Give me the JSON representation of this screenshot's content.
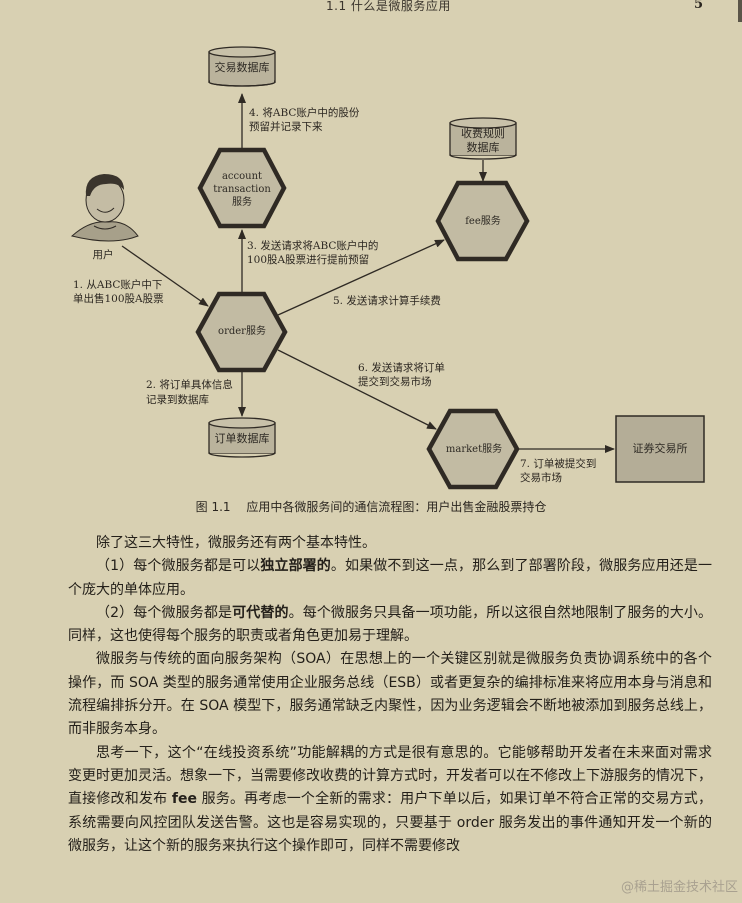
{
  "header": {
    "section_title": "1.1   什么是微服务应用",
    "page_number": "5"
  },
  "diagram": {
    "colors": {
      "background": "#d8d0b2",
      "node_fill": "#c2bba3",
      "node_stroke": "#2f2a24",
      "db_fill": "#bab39c",
      "box_fill": "#b4ad97",
      "line": "#2f2a24"
    },
    "nodes": {
      "user": {
        "label": "用户"
      },
      "account_service": {
        "line1": "account",
        "line2": "transaction",
        "line3": "服务"
      },
      "order_service": {
        "label": "order服务"
      },
      "fee_service": {
        "label": "fee服务"
      },
      "market_service": {
        "label": "market服务"
      },
      "trade_db": {
        "label": "交易数据库"
      },
      "fee_rules_db": {
        "line1": "收费规则",
        "line2": "数据库"
      },
      "order_db": {
        "label": "订单数据库"
      },
      "stock_exchange": {
        "label": "证券交易所"
      }
    },
    "steps": {
      "step1": {
        "line1": "1. 从ABC账户中下",
        "line2": "单出售100股A股票"
      },
      "step2": {
        "line1": "2. 将订单具体信息",
        "line2": "记录到数据库"
      },
      "step3": {
        "line1": "3. 发送请求将ABC账户中的",
        "line2": "100股A股票进行提前预留"
      },
      "step4": {
        "line1": "4. 将ABC账户中的股份",
        "line2": "预留并记录下来"
      },
      "step5": {
        "line1": "5. 发送请求计算手续费"
      },
      "step6": {
        "line1": "6. 发送请求将订单",
        "line2": "提交到交易市场"
      },
      "step7": {
        "line1": "7. 订单被提交到",
        "line2": "交易市场"
      }
    },
    "caption": {
      "number": "图 1.1",
      "text": "应用中各微服务间的通信流程图：用户出售金融股票持仓"
    }
  },
  "body": {
    "p1": "除了这三大特性，微服务还有两个基本特性。",
    "p2": {
      "pre": "（1）每个微服务都是可以",
      "bold": "独立部署的",
      "post": "。如果做不到这一点，那么到了部署阶段，微服务应用还是一个庞大的单体应用。"
    },
    "p3": {
      "pre": "（2）每个微服务都是",
      "bold": "可代替的",
      "post": "。每个微服务只具备一项功能，所以这很自然地限制了服务的大小。同样，这也使得每个服务的职责或者角色更加易于理解。"
    },
    "p4": "微服务与传统的面向服务架构（SOA）在思想上的一个关键区别就是微服务负责协调系统中的各个操作，而 SOA 类型的服务通常使用企业服务总线（ESB）或者更复杂的编排标准来将应用本身与消息和流程编排拆分开。在 SOA 模型下，服务通常缺乏内聚性，因为业务逻辑会不断地被添加到服务总线上，而非服务本身。",
    "p5": {
      "pre": "思考一下，这个“在线投资系统”功能解耦的方式是很有意思的。它能够帮助开发者在未来面对需求变更时更加灵活。想象一下，当需要修改收费的计算方式时，开发者可以在不修改上下游服务的情况下，直接修改和发布 ",
      "bold": "fee",
      "post": " 服务。再考虑一个全新的需求：用户下单以后，如果订单不符合正常的交易方式，系统需要向风控团队发送告警。这也是容易实现的，只要基于 order 服务发出的事件通知开发一个新的微服务，让这个新的服务来执行这个操作即可，同样不需要修改"
    }
  },
  "watermark": "@稀土掘金技术社区"
}
